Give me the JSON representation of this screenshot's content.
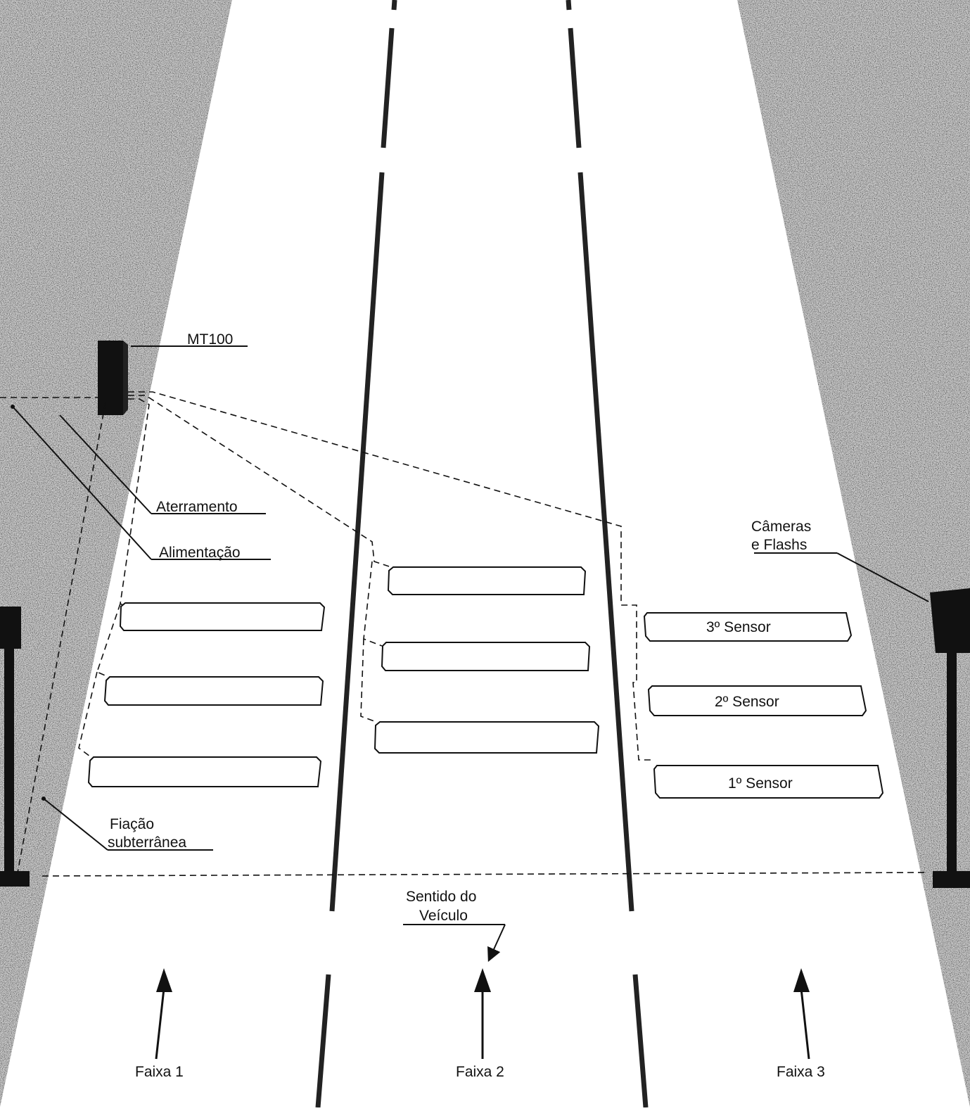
{
  "labels": {
    "controller": "MT100",
    "grounding": "Aterramento",
    "power": "Alimentação",
    "cameras_line1": "Câmeras",
    "cameras_line2": "e Flashs",
    "wiring_line1": "Fiação",
    "wiring_line2": "subterrânea",
    "direction_line1": "Sentido do",
    "direction_line2": "Veículo"
  },
  "sensors": {
    "third": "3º Sensor",
    "second": "2º Sensor",
    "first": "1º Sensor"
  },
  "lanes": [
    "Faixa 1",
    "Faixa 2",
    "Faixa 3"
  ],
  "colors": {
    "road": "#ffffff",
    "shoulder_texture": "#8a8a8a",
    "ink": "#111111"
  }
}
